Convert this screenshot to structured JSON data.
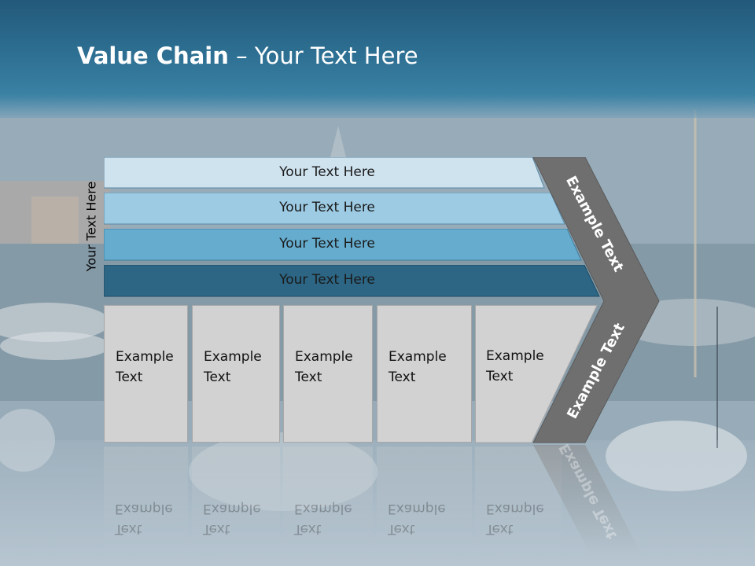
{
  "slide": {
    "title_bold": "Value Chain",
    "title_rest": " – Your Text Here",
    "side_label": "Your Text Here",
    "bars": [
      {
        "label": "Your Text Here",
        "color": "#cfe3ef"
      },
      {
        "label": "Your Text Here",
        "color": "#9dcbe3"
      },
      {
        "label": "Your Text Here",
        "color": "#65acce"
      },
      {
        "label": "Your Text Here",
        "color": "#2c6684"
      }
    ],
    "boxes": [
      {
        "line1": "Example",
        "line2": "Text"
      },
      {
        "line1": "Example",
        "line2": "Text"
      },
      {
        "line1": "Example",
        "line2": "Text"
      },
      {
        "line1": "Example",
        "line2": "Text"
      },
      {
        "line1": "Example",
        "line2": "Text"
      }
    ],
    "chevron_top": "Example Text",
    "chevron_bottom": "Example Text",
    "colors": {
      "chevron": "#6f6f6f",
      "box": "#d2d2d2"
    }
  }
}
